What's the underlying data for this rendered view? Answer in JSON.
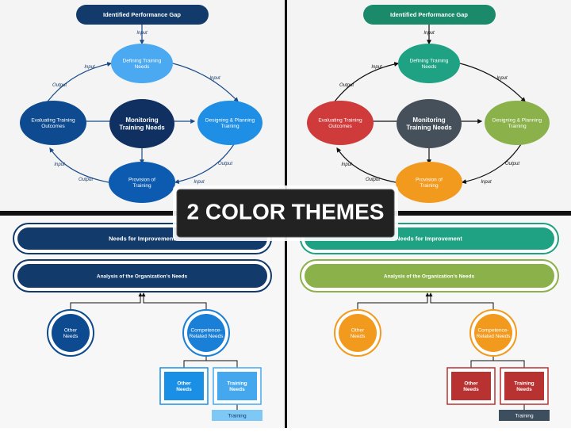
{
  "badge": {
    "label": "2 COLOR THEMES"
  },
  "cycle": {
    "gap_label": "Identified Performance Gap",
    "center": [
      "Monitoring",
      "Training Needs"
    ],
    "top": [
      "Defining Training",
      "Needs"
    ],
    "right": [
      "Designing & Planning",
      "Training"
    ],
    "bottom": [
      "Provision of",
      "Training"
    ],
    "left": [
      "Evaluating Training",
      "Outcomes"
    ],
    "input_label": "Input",
    "output_label": "Output"
  },
  "tree": {
    "needs_label": "Needs for Improvement",
    "analysis_label": "Analysis of the Organization's Needs",
    "other": [
      "Other",
      "Needs"
    ],
    "competence": [
      "Competence-",
      "Related Needs"
    ],
    "sub_other": [
      "Other",
      "Needs"
    ],
    "sub_training": [
      "Training",
      "Needs"
    ],
    "training_label": "Training"
  },
  "themes": {
    "blue": {
      "gap": "#123a6b",
      "center": "#0f3060",
      "top": "#4aa9f0",
      "right": "#1f8fe6",
      "bottom": "#0d5bb0",
      "left": "#0d4a8f",
      "needs": "#123a6b",
      "analysis": "#123a6b",
      "other": "#0d4a8f",
      "competence": "#1a7fd6",
      "sub_other": "#1a8fe6",
      "sub_training": "#45a8ee",
      "training": "#7ec8f5",
      "training_text": "#0d3a6b"
    },
    "green": {
      "gap": "#1a8a6a",
      "center": "#45505a",
      "top": "#1ea283",
      "right": "#8bb14a",
      "bottom": "#f29a1e",
      "left": "#cf3a3a",
      "needs": "#1ea283",
      "analysis": "#8bb14a",
      "other": "#f29a1e",
      "competence": "#f29a1e",
      "sub_other": "#b83232",
      "sub_training": "#b83232",
      "training": "#3d4e5e",
      "training_text": "#ffffff"
    }
  }
}
